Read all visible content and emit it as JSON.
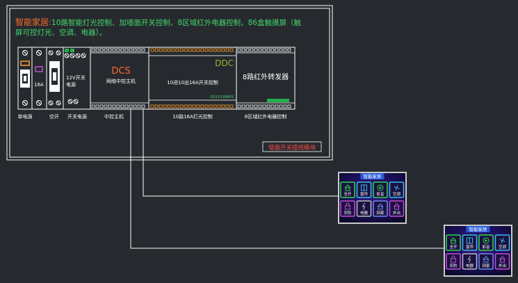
{
  "header": {
    "prefix": "智能家居:",
    "line1": "10路智能灯光控制、加墙面开关控制、8区域红外电器控制，86盒触摸屏（触",
    "line2": "屏可控灯光、空调、电器）。"
  },
  "modules": {
    "power": {
      "label": "单电源"
    },
    "breaker": {
      "rating": "16A",
      "label": "空开"
    },
    "switch_power": {
      "inner_label": [
        "12V开关",
        "电源"
      ],
      "label": "开关电源"
    },
    "dcs": {
      "title": "DCS",
      "subtitle": "网络中控主机",
      "label": "中控主机"
    },
    "relay": {
      "brand": "DDC",
      "inner_label": "10进10出16A开关控制",
      "model": "DS1016MRS",
      "label": "10路16A灯光控制"
    },
    "ir": {
      "inner_label": "8路红外转发器",
      "label": "8区域红外电器控制"
    }
  },
  "terminal_label": "墙面开关接线模块",
  "panels": [
    {
      "title": "智能家居",
      "buttons": [
        {
          "label": "全开",
          "icon": "home-icon",
          "color": "#31d843"
        },
        {
          "label": "窗帘",
          "icon": "curtain-icon",
          "color": "#3bbcf0"
        },
        {
          "label": "影音",
          "icon": "media-icon",
          "color": "#31d843"
        },
        {
          "label": "空调",
          "icon": "fan-icon",
          "color": "#3bbcf0"
        },
        {
          "label": "安防",
          "icon": "lock-icon",
          "color": "#c74dd8"
        },
        {
          "label": "电器",
          "icon": "bolt-icon",
          "color": "#bdbdbd"
        },
        {
          "label": "回家",
          "icon": "home-in-icon",
          "color": "#6e8cf0"
        },
        {
          "label": "外出",
          "icon": "home-out-icon",
          "color": "#c74dd8"
        }
      ]
    },
    {
      "title": "智能家居",
      "buttons": [
        {
          "label": "全开",
          "icon": "home-icon",
          "color": "#31d843"
        },
        {
          "label": "窗帘",
          "icon": "curtain-icon",
          "color": "#3bbcf0"
        },
        {
          "label": "影音",
          "icon": "media-icon",
          "color": "#31d843"
        },
        {
          "label": "空调",
          "icon": "fan-icon",
          "color": "#3bbcf0"
        },
        {
          "label": "安防",
          "icon": "lock-icon",
          "color": "#c74dd8"
        },
        {
          "label": "电器",
          "icon": "bolt-icon",
          "color": "#bdbdbd"
        },
        {
          "label": "回家",
          "icon": "home-in-icon",
          "color": "#6e8cf0"
        },
        {
          "label": "外出",
          "icon": "home-out-icon",
          "color": "#c74dd8"
        }
      ]
    }
  ],
  "colors": {
    "background": "#262a2f",
    "line": "#ffffff",
    "prefix": "#ff6a2a",
    "text": "#44d66a",
    "dcs": "#ff6a2a",
    "ddc": "#a0b02a",
    "terminal": "#ff4a4a",
    "indicator_green": "#20b04a",
    "indicator_orange": "#ff9b2a",
    "indicator_purple": "#c050d0"
  }
}
